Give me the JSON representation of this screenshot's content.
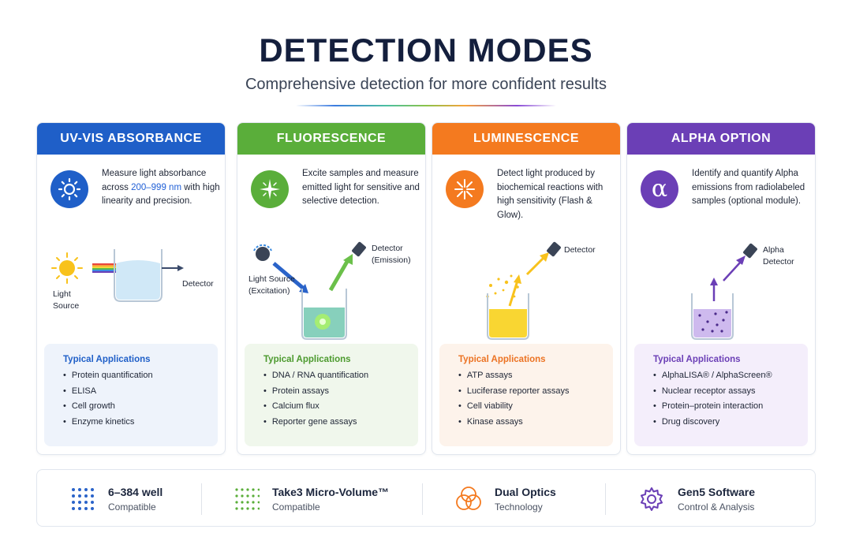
{
  "header": {
    "title": "DETECTION MODES",
    "subtitle": "Comprehensive detection for more confident results"
  },
  "cards": [
    {
      "title": "UV-VIS ABSORBANCE",
      "color": "#1f5fc8",
      "icon": "sun-icon",
      "desc_pre": "Measure light absorbance across ",
      "desc_highlight": "200–999 nm",
      "desc_post": " with high linearity and precision.",
      "labels": {
        "source": "Light Source",
        "detector": "Detector"
      },
      "apps_title": "Typical Applications",
      "apps": [
        "Protein quantification",
        "ELISA",
        "Cell growth",
        "Enzyme kinetics"
      ]
    },
    {
      "title": "FLUORESCENCE",
      "color": "#5aae3a",
      "icon": "sparkle-icon",
      "desc": "Excite samples and measure emitted light for sensitive and selective detection.",
      "labels": {
        "source": "Light Source (Excitation)",
        "detector": "Detector (Emission)"
      },
      "apps_title": "Typical Applications",
      "apps": [
        "DNA / RNA quantification",
        "Protein assays",
        "Calcium flux",
        "Reporter gene assays"
      ]
    },
    {
      "title": "LUMINESCENCE",
      "color": "#f47a1f",
      "icon": "burst-icon",
      "desc": "Detect light produced by biochemical reactions with high sensitivity (Flash & Glow).",
      "labels": {
        "detector": "Detector"
      },
      "apps_title": "Typical Applications",
      "apps": [
        "ATP assays",
        "Luciferase reporter assays",
        "Cell viability",
        "Kinase assays"
      ]
    },
    {
      "title": "ALPHA OPTION",
      "color": "#6b3fb6",
      "icon": "alpha-icon",
      "icon_glyph": "α",
      "desc": "Identify and quantify Alpha emissions from radiolabeled samples (optional module).",
      "labels": {
        "detector": "Alpha Detector"
      },
      "apps_title": "Typical Applications",
      "apps": [
        "AlphaLISA® / AlphaScreen®",
        "Nuclear receptor assays",
        "Protein–protein interaction",
        "Drug discovery"
      ]
    }
  ],
  "features": [
    {
      "main": "6–384 well",
      "sub": "Compatible",
      "icon": "well-plate-icon",
      "color": "#2a63c9"
    },
    {
      "main": "Take3 Micro-Volume™",
      "sub": "Compatible",
      "icon": "micro-plate-icon",
      "color": "#5aae3a"
    },
    {
      "main": "Dual Optics",
      "sub": "Technology",
      "icon": "venn-icon",
      "color": "#f47a1f"
    },
    {
      "main": "Gen5 Software",
      "sub": "Control & Analysis",
      "icon": "gear-icon",
      "color": "#6b3fb6"
    }
  ]
}
